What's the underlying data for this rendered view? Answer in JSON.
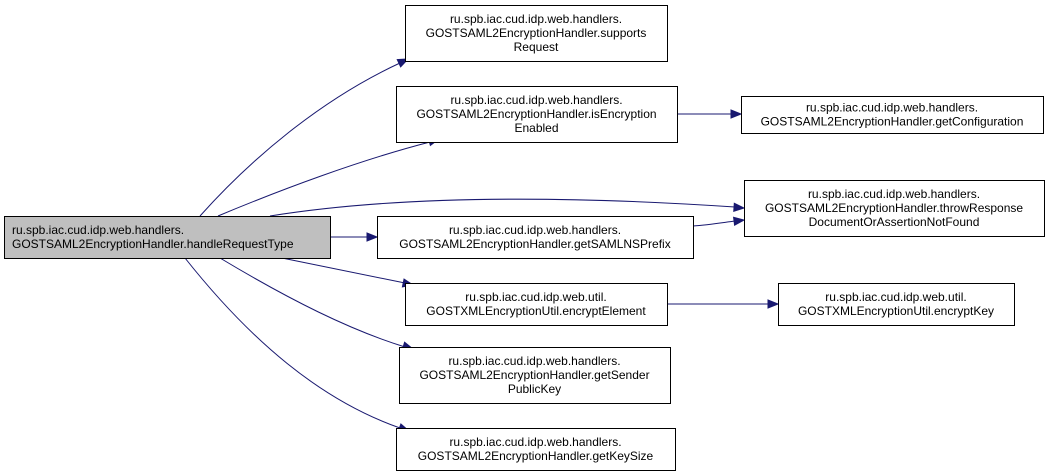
{
  "diagram": {
    "nodes": [
      {
        "id": "handleRequestType",
        "focus": true,
        "lines": [
          "ru.spb.iac.cud.idp.web.handlers.",
          "GOSTSAML2EncryptionHandler.handleRequestType"
        ]
      },
      {
        "id": "supportsRequest",
        "lines": [
          "ru.spb.iac.cud.idp.web.handlers.",
          "GOSTSAML2EncryptionHandler.supports",
          "Request"
        ]
      },
      {
        "id": "isEncryptionEnabled",
        "lines": [
          "ru.spb.iac.cud.idp.web.handlers.",
          "GOSTSAML2EncryptionHandler.isEncryption",
          "Enabled"
        ]
      },
      {
        "id": "getConfiguration",
        "lines": [
          "ru.spb.iac.cud.idp.web.handlers.",
          "GOSTSAML2EncryptionHandler.getConfiguration"
        ]
      },
      {
        "id": "throwResponse",
        "lines": [
          "ru.spb.iac.cud.idp.web.handlers.",
          "GOSTSAML2EncryptionHandler.throwResponse",
          "DocumentOrAssertionNotFound"
        ]
      },
      {
        "id": "getSAMLNSPrefix",
        "lines": [
          "ru.spb.iac.cud.idp.web.handlers.",
          "GOSTSAML2EncryptionHandler.getSAMLNSPrefix"
        ]
      },
      {
        "id": "encryptElement",
        "lines": [
          "ru.spb.iac.cud.idp.web.util.",
          "GOSTXMLEncryptionUtil.encryptElement"
        ]
      },
      {
        "id": "encryptKey",
        "lines": [
          "ru.spb.iac.cud.idp.web.util.",
          "GOSTXMLEncryptionUtil.encryptKey"
        ]
      },
      {
        "id": "getSenderPublicKey",
        "lines": [
          "ru.spb.iac.cud.idp.web.handlers.",
          "GOSTSAML2EncryptionHandler.getSender",
          "PublicKey"
        ]
      },
      {
        "id": "getKeySize",
        "lines": [
          "ru.spb.iac.cud.idp.web.handlers.",
          "GOSTSAML2EncryptionHandler.getKeySize"
        ]
      }
    ],
    "edges": [
      {
        "from": "handleRequestType",
        "to": "supportsRequest"
      },
      {
        "from": "handleRequestType",
        "to": "isEncryptionEnabled"
      },
      {
        "from": "handleRequestType",
        "to": "throwResponse"
      },
      {
        "from": "handleRequestType",
        "to": "getSAMLNSPrefix"
      },
      {
        "from": "handleRequestType",
        "to": "encryptElement"
      },
      {
        "from": "handleRequestType",
        "to": "getSenderPublicKey"
      },
      {
        "from": "handleRequestType",
        "to": "getKeySize"
      },
      {
        "from": "isEncryptionEnabled",
        "to": "getConfiguration"
      },
      {
        "from": "getSAMLNSPrefix",
        "to": "throwResponse"
      },
      {
        "from": "encryptElement",
        "to": "encryptKey"
      }
    ]
  }
}
